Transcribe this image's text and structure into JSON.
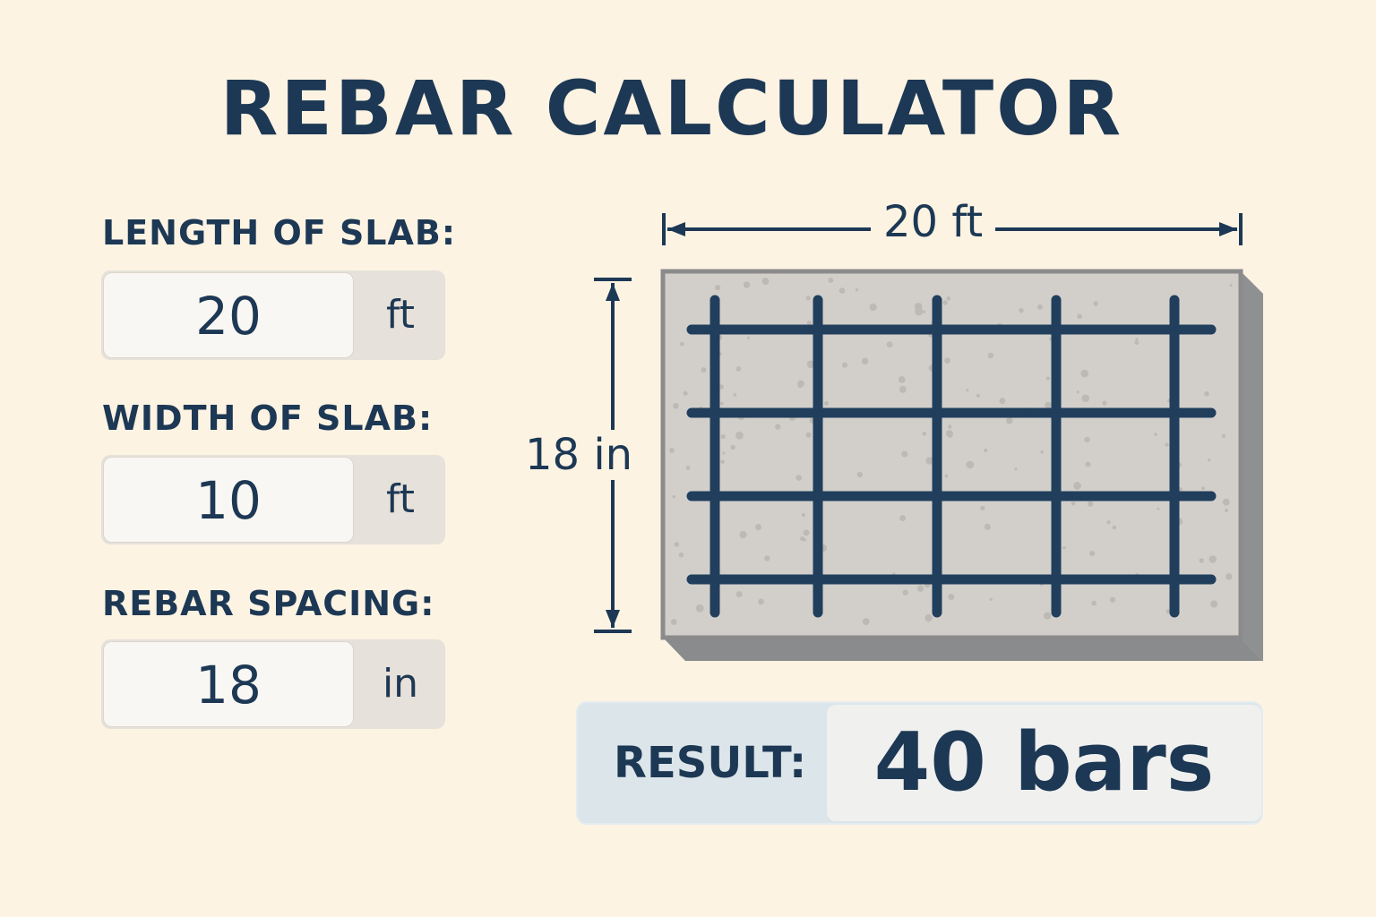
{
  "title": "REBAR CALCULATOR",
  "inputs": [
    {
      "label": "LENGTH OF SLAB:",
      "value": "20",
      "unit": "ft"
    },
    {
      "label": "WIDTH OF SLAB:",
      "value": "10",
      "unit": "ft"
    },
    {
      "label": "REBAR SPACING:",
      "value": "18",
      "unit": "in"
    }
  ],
  "diagram": {
    "length_label": "20 ft",
    "spacing_label": "18 in",
    "vertical_bars": 5,
    "horizontal_bars": 4
  },
  "result": {
    "label": "RESULT:",
    "value": "40 bars"
  },
  "colors": {
    "background": "#fdf3e3",
    "navy": "#1d3854",
    "slab": "#d2cfcb",
    "result_bg": "#dce5ea"
  }
}
